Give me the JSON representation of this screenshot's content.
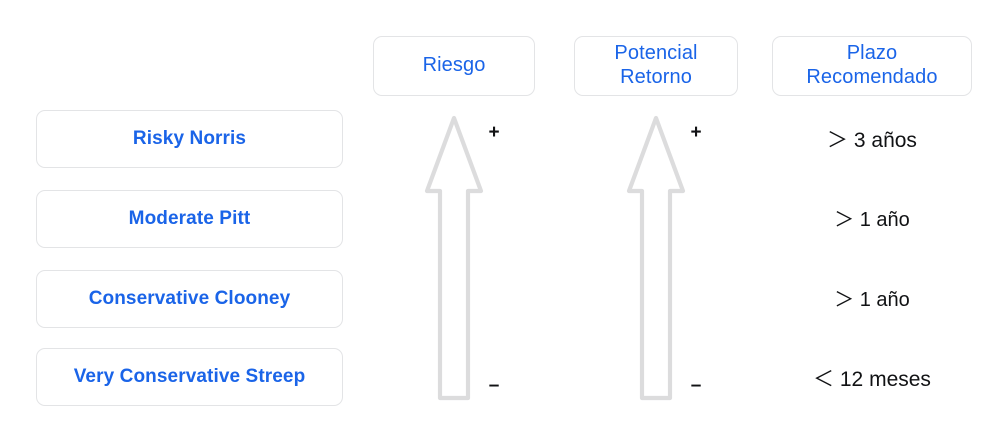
{
  "theme": {
    "accent_blue": "#1a64e8",
    "text_dark": "#111214",
    "border_gray": "#e3e4e6",
    "arrow_gray": "#dcdcdd",
    "background": "#ffffff"
  },
  "headers": {
    "risk": "Riesgo",
    "potential_return_line1": "Potencial",
    "potential_return_line2": "Retorno",
    "recommended_term_line1": "Plazo",
    "recommended_term_line2": "Recomendado"
  },
  "profiles": [
    {
      "label": "Risky Norris",
      "recommended_term": "＞  3 años"
    },
    {
      "label": "Moderate Pitt",
      "recommended_term": "＞ 1 año"
    },
    {
      "label": "Conservative Clooney",
      "recommended_term": "＞ 1 año"
    },
    {
      "label": "Very Conservative Streep",
      "recommended_term": "＜ 12 meses"
    }
  ],
  "scales": {
    "risk": {
      "icon": "up-arrow-outline",
      "top_sign": "+",
      "bottom_sign": "–"
    },
    "potential_return": {
      "icon": "up-arrow-outline",
      "top_sign": "+",
      "bottom_sign": "–"
    }
  }
}
